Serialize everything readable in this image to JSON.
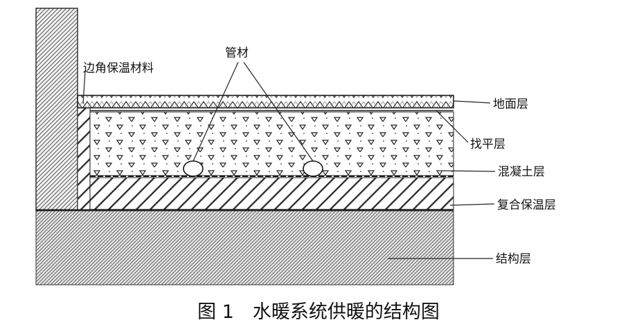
{
  "diagram": {
    "labels": {
      "pipe": "管材",
      "edge_insulation": "边角保温材料",
      "floor_layer": "地面层",
      "leveling_layer": "找平层",
      "concrete_layer": "混凝土层",
      "composite_insulation": "复合保温层",
      "structure_layer": "结构层"
    },
    "caption": "图 1　水暖系统供暖的结构图"
  }
}
